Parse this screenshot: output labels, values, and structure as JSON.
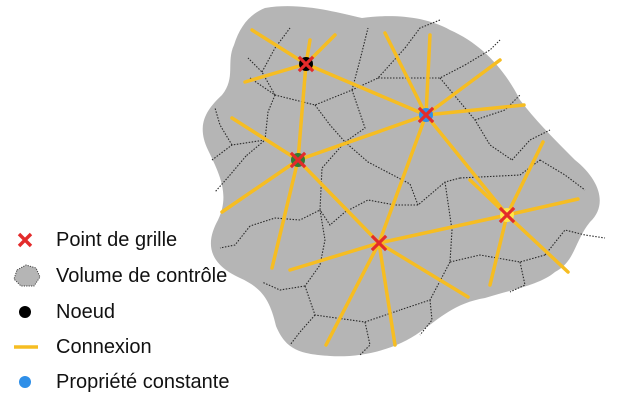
{
  "legend": {
    "items": [
      {
        "key": "grid-point",
        "label": "Point de grille",
        "icon": "red-x-icon"
      },
      {
        "key": "control-volume",
        "label": "Volume de contrôle",
        "icon": "grey-polygon-icon"
      },
      {
        "key": "node",
        "label": "Noeud",
        "icon": "black-dot-icon"
      },
      {
        "key": "connection",
        "label": "Connexion",
        "icon": "orange-line-icon"
      },
      {
        "key": "constant-property",
        "label": "Propriété constante",
        "icon": "blue-dot-icon"
      }
    ]
  },
  "colors": {
    "domain_fill": "#b5b5b5",
    "connection": "#f6bd22",
    "grid_point": "#e32b2b",
    "node": "#000000",
    "constant_property": "#2f8fe8",
    "cell_edge": "#2a2a2a"
  }
}
